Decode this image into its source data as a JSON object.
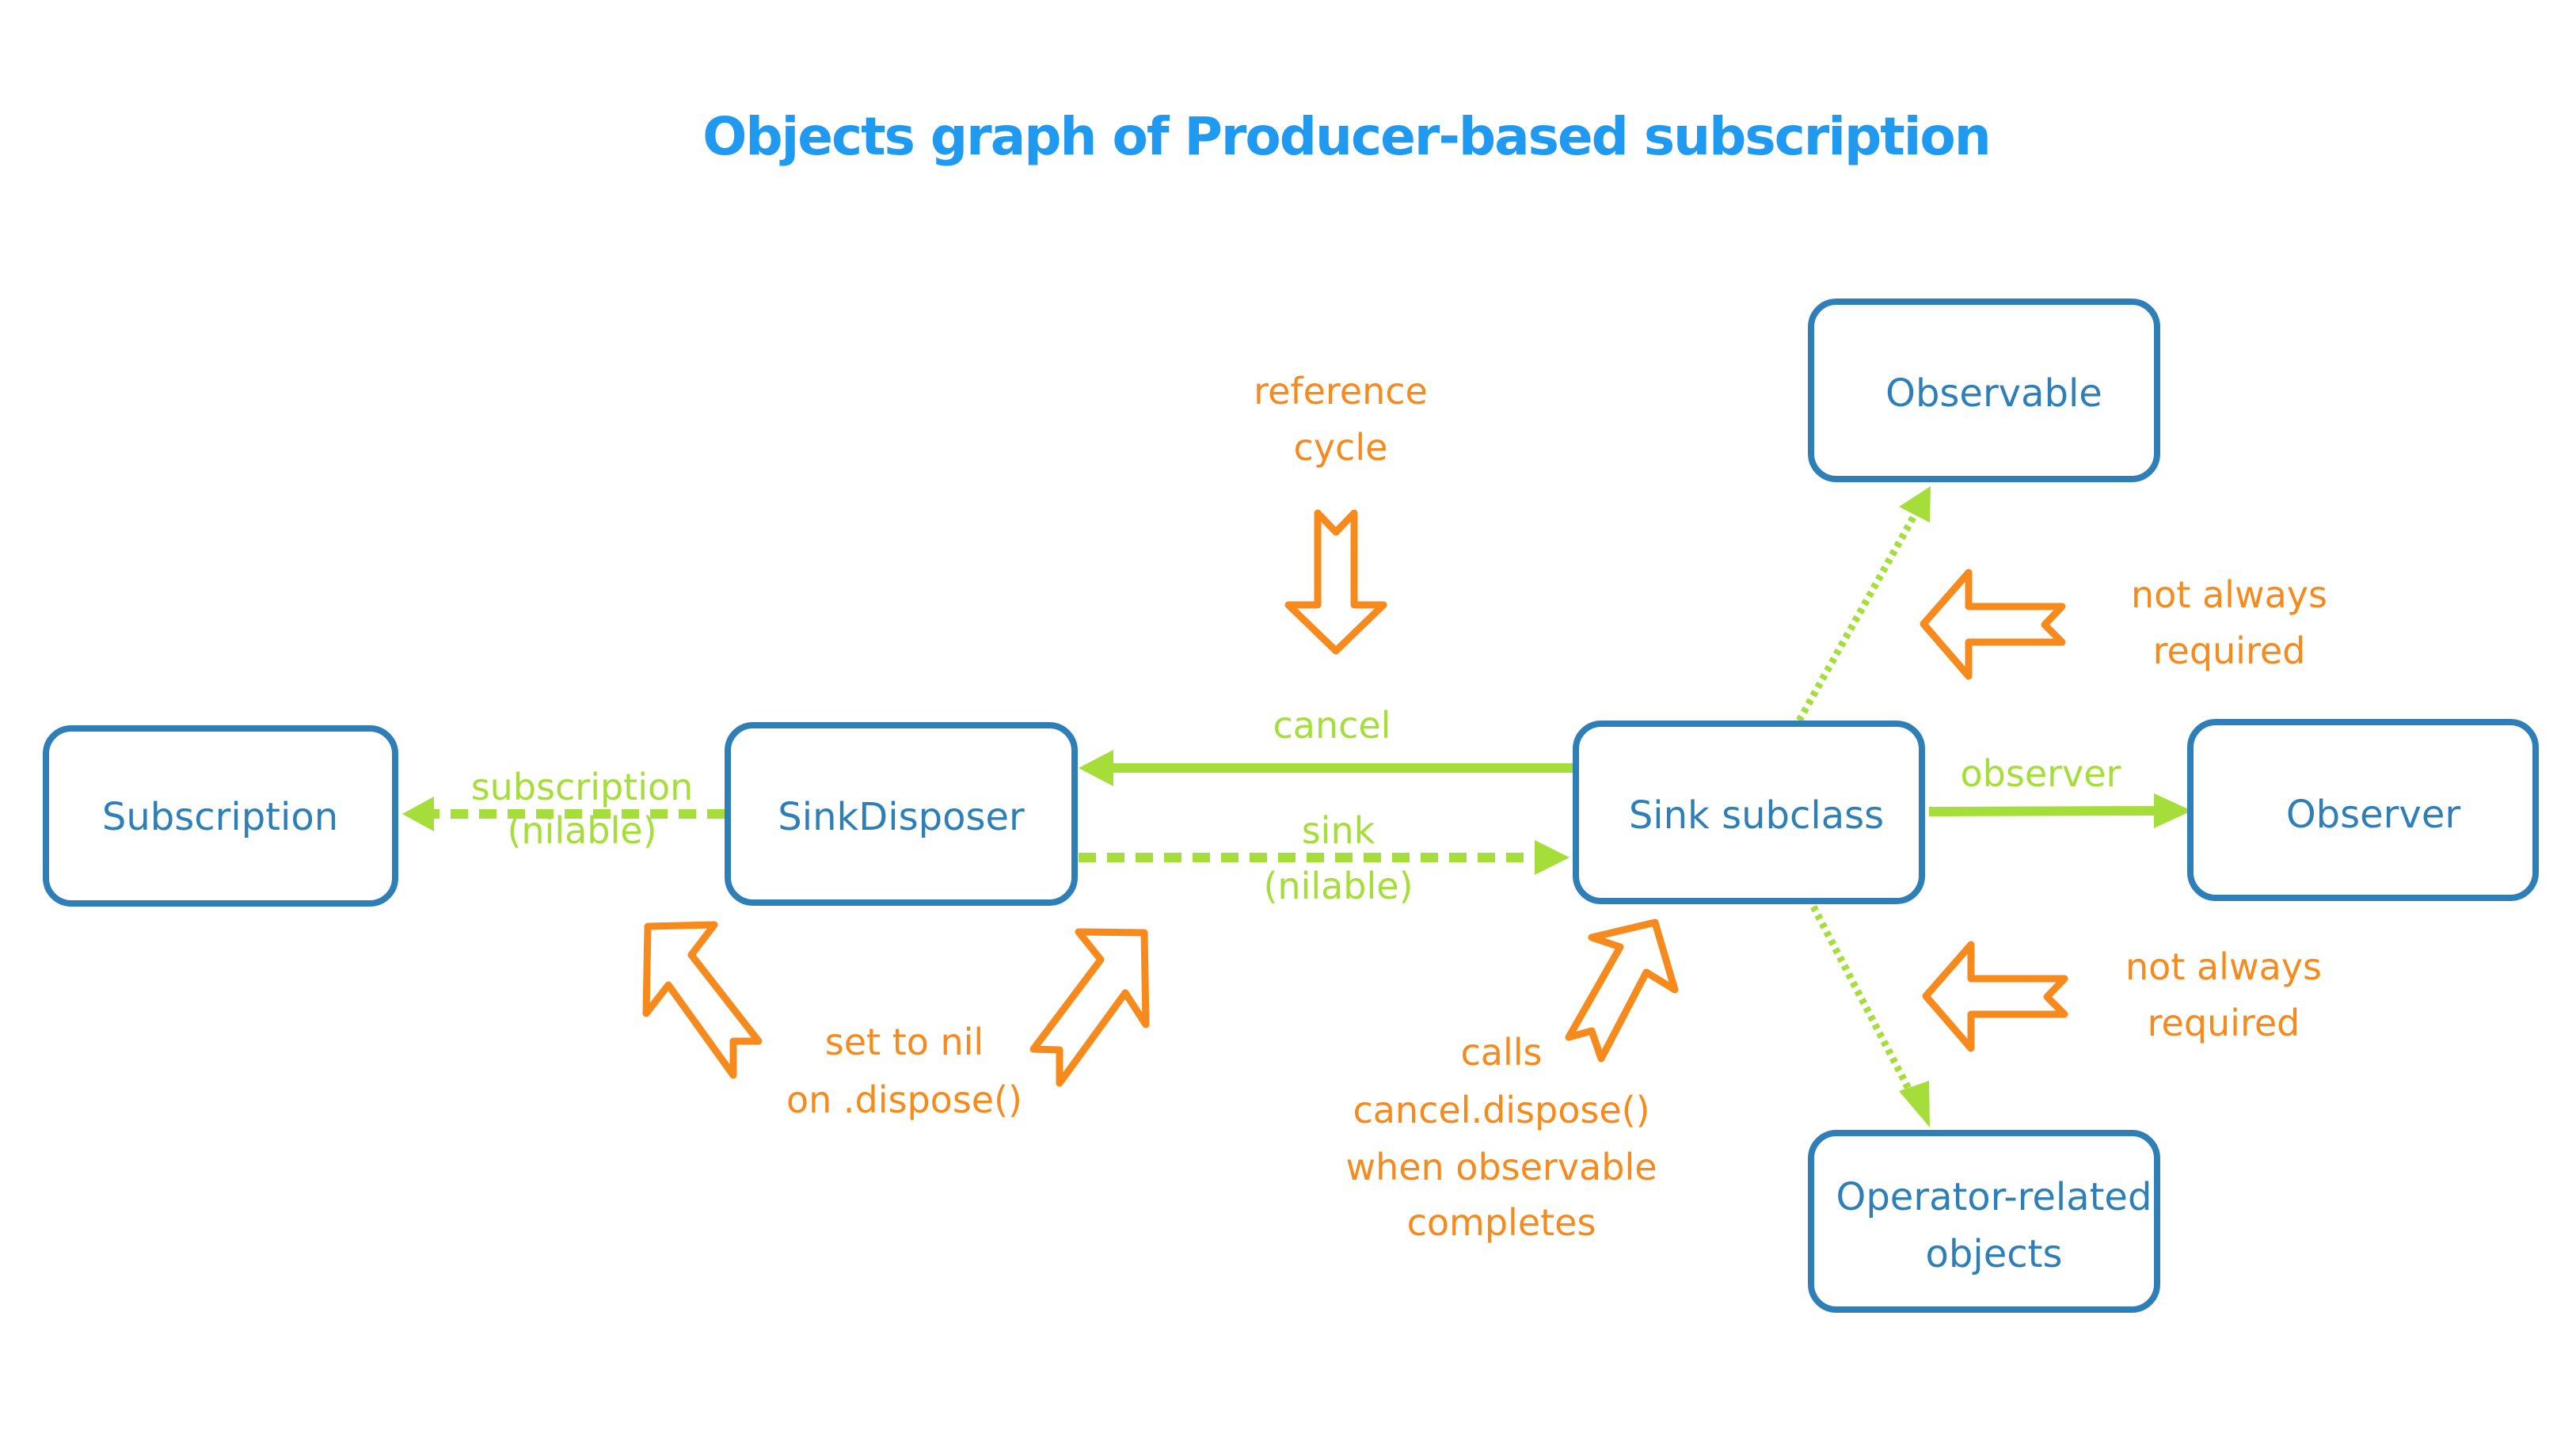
{
  "title": "Objects graph of Producer-based subscription",
  "colors": {
    "title": "#1f9af0",
    "node_border": "#2e7fb8",
    "node_text": "#2e7fb8",
    "edge": "#a5dd3a",
    "annotation": "#f78a1d",
    "background": "#ffffff"
  },
  "nodes": {
    "subscription": {
      "label": "Subscription"
    },
    "sink_disposer": {
      "label": "SinkDisposer"
    },
    "sink_subclass": {
      "label": "Sink subclass"
    },
    "observable": {
      "label": "Observable"
    },
    "observer": {
      "label": "Observer"
    },
    "operator_related": {
      "line1": "Operator-related",
      "line2": "objects"
    }
  },
  "edges": {
    "subscription": {
      "line1": "subscription",
      "line2": "(nilable)",
      "style": "dashed",
      "from": "SinkDisposer",
      "to": "Subscription"
    },
    "cancel": {
      "label": "cancel",
      "style": "solid",
      "from": "Sink subclass",
      "to": "SinkDisposer"
    },
    "sink": {
      "line1": "sink",
      "line2": "(nilable)",
      "style": "dashed",
      "from": "SinkDisposer",
      "to": "Sink subclass"
    },
    "observer": {
      "label": "observer",
      "style": "solid",
      "from": "Sink subclass",
      "to": "Observer"
    },
    "observable": {
      "style": "dotted",
      "from": "Sink subclass",
      "to": "Observable"
    },
    "operator_related": {
      "style": "dotted",
      "from": "Sink subclass",
      "to": "Operator-related objects"
    }
  },
  "annotations": {
    "reference_cycle": {
      "line1": "reference",
      "line2": "cycle"
    },
    "set_to_nil": {
      "line1": "set to nil",
      "line2": "on .dispose()"
    },
    "calls_cancel": {
      "line1": "calls",
      "line2": "cancel.dispose()",
      "line3": "when observable",
      "line4": "completes"
    },
    "not_always_required_top": {
      "line1": "not always",
      "line2": "required"
    },
    "not_always_required_bottom": {
      "line1": "not always",
      "line2": "required"
    }
  }
}
